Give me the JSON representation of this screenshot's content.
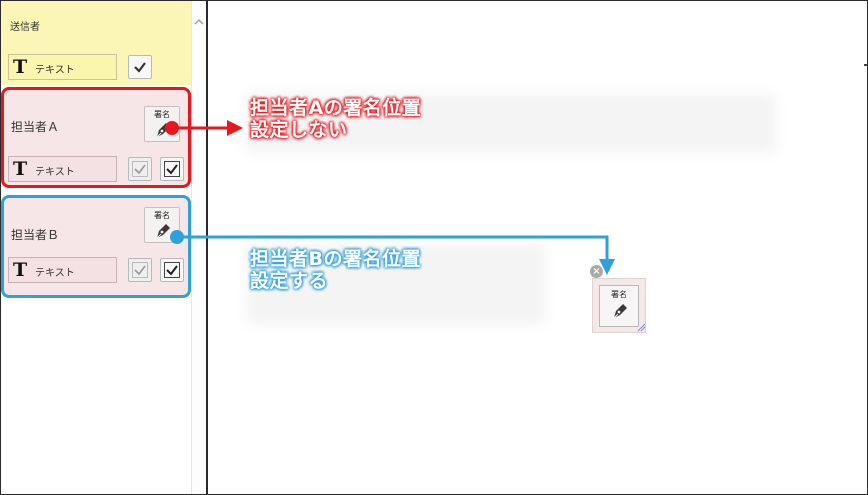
{
  "signers": [
    {
      "name": "送信者",
      "fields": {
        "text_icon": "T",
        "text_label": "テキスト",
        "checkbox": true
      },
      "color": "#fbf6b6"
    },
    {
      "name": "担当者Ａ",
      "sign_button_label": "署名",
      "fields": {
        "text_icon": "T",
        "text_label": "テキスト",
        "checkbox_1": true,
        "checkbox_2": true
      },
      "highlight_color": "#e8171e"
    },
    {
      "name": "担当者Ｂ",
      "sign_button_label": "署名",
      "fields": {
        "text_icon": "T",
        "text_label": "テキスト",
        "checkbox_1": true,
        "checkbox_2": true
      },
      "highlight_color": "#2ea1dc"
    }
  ],
  "annotations": {
    "a": {
      "line1": "担当者Aの署名位置",
      "line2": "設定しない",
      "color": "#e8171e"
    },
    "b": {
      "line1": "担当者Bの署名位置",
      "line2": "設定する",
      "color": "#2ea1dc"
    }
  },
  "placed_field": {
    "label": "署名",
    "close_glyph": "×"
  },
  "icons": [
    "pen-nib-icon",
    "checkmark-icon",
    "close-icon",
    "resize-handle-icon",
    "scroll-up-icon"
  ]
}
